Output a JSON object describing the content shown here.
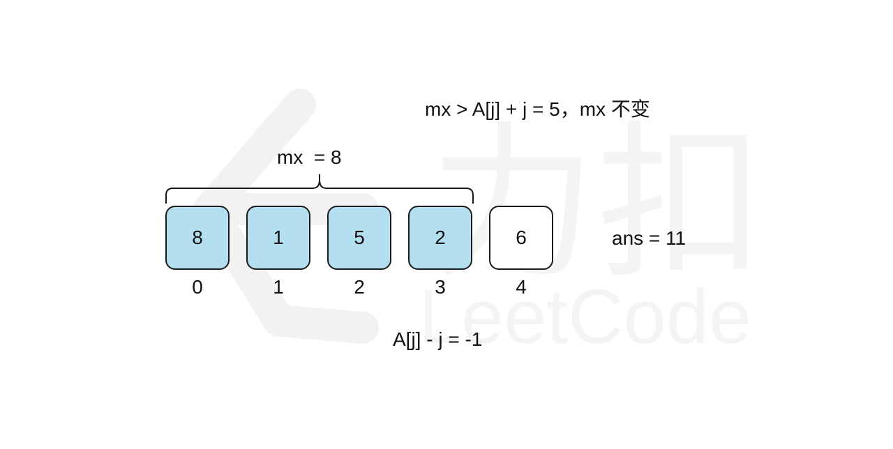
{
  "condition_text": "mx > A[j] + j = 5，mx 不变",
  "mx_label": "mx  = 8",
  "ans_label": "ans = 11",
  "expr_label": "A[j] - j = -1",
  "watermark": {
    "text": "LeetCode",
    "chars": "力扣"
  },
  "cells": [
    {
      "value": "8",
      "index": "0",
      "highlighted": true
    },
    {
      "value": "1",
      "index": "1",
      "highlighted": true
    },
    {
      "value": "5",
      "index": "2",
      "highlighted": true
    },
    {
      "value": "2",
      "index": "3",
      "highlighted": true
    },
    {
      "value": "6",
      "index": "4",
      "highlighted": false
    }
  ],
  "colors": {
    "highlight": "#b3dff0",
    "plain": "#ffffff",
    "stroke": "#1a1a1a",
    "watermark": "#f2f2f2"
  }
}
